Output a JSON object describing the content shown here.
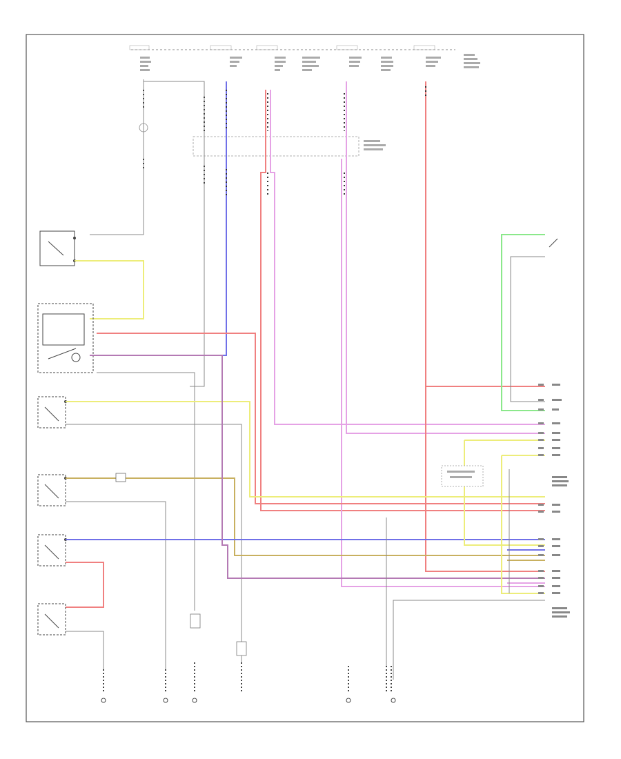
{
  "diagram": {
    "footer_code": "",
    "wire_colors": {
      "red": "#f08080",
      "pink": "#e5a2e5",
      "blue": "#7070e8",
      "yellow": "#eded7a",
      "purple": "#b47ab4",
      "brown": "#c8b060",
      "green": "#8be88b",
      "grey": "#888888"
    },
    "components": [
      {
        "id": "fuse-top-left",
        "shape": "fuse"
      },
      {
        "id": "fuse-top-mid1",
        "shape": "fuse"
      },
      {
        "id": "fuse-top-mid2",
        "shape": "fuse"
      },
      {
        "id": "fuse-top-mid3",
        "shape": "fuse"
      },
      {
        "id": "fuse-top-right",
        "shape": "fuse"
      },
      {
        "id": "junction-block",
        "shape": "box"
      },
      {
        "id": "door-lock-relay",
        "shape": "box"
      },
      {
        "id": "combination-meter",
        "shape": "box"
      },
      {
        "id": "buckle-switch-front",
        "shape": "switch"
      },
      {
        "id": "buckle-switch-lh",
        "shape": "switch"
      },
      {
        "id": "buckle-switch-rh",
        "shape": "switch"
      },
      {
        "id": "front-sensor",
        "shape": "switch"
      },
      {
        "id": "seat-belt-warning-sensor",
        "shape": "switch"
      },
      {
        "id": "airbag-sensor-assembly",
        "shape": "box"
      },
      {
        "id": "airbag-sensor-switch",
        "shape": "switch"
      },
      {
        "id": "connector-j1",
        "shape": "connector"
      },
      {
        "id": "connector-j2",
        "shape": "connector"
      }
    ],
    "grounds": [
      "ground-1",
      "ground-2",
      "ground-3",
      "ground-4",
      "ground-5",
      "ground-6"
    ]
  }
}
